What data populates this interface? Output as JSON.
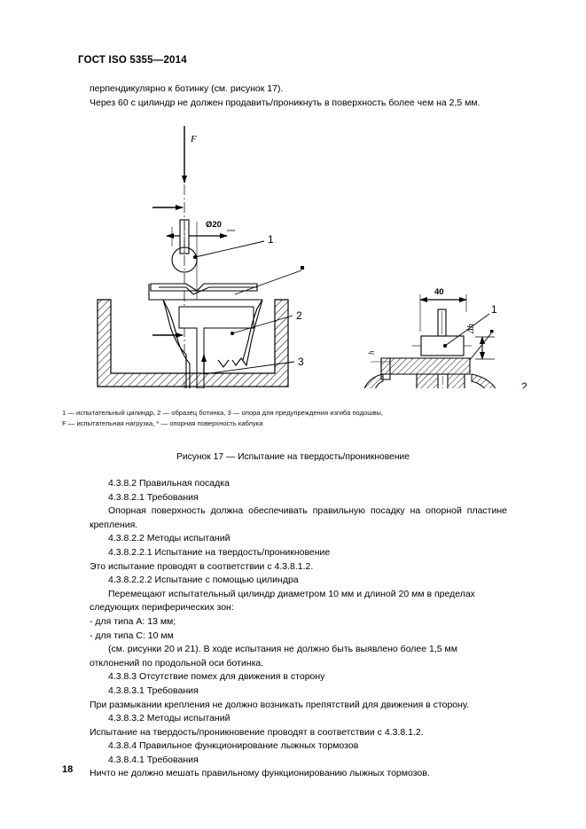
{
  "document": {
    "standard_header": "ГОСТ ISO 5355—2014",
    "page_number": "18"
  },
  "intro": {
    "line1": "перпендикулярно к ботинку (см. рисунок 17).",
    "line2": "Через 60 с цилиндр не должен продавить/проникнуть в поверхность более чем на 2,5 мм."
  },
  "figure": {
    "labels": {
      "force": "F",
      "diameter": "Ø20",
      "width40": "40",
      "delta_h": "Δh",
      "h": "h",
      "callout1": "1",
      "callout2": "2",
      "callout3": "3",
      "callout_star": "*"
    },
    "legend_line1": "1 — испытательный цилиндр, 2 — образец ботинка, 3 — опора для предупреждения изгиба подошвы,",
    "legend_line2": "F — испытательная нагрузка, * — опорная поверхность каблука",
    "caption": "Рисунок 17 — Испытание на твердость/проникновение"
  },
  "body": {
    "p1": "4.3.8.2 Правильная посадка",
    "p2": "4.3.8.2.1 Требования",
    "p3": "Опорная поверхность должна обеспечивать правильную посадку на опорной пластине крепления.",
    "p4": "4.3.8.2.2 Методы испытаний",
    "p5": "4.3.8.2.2.1 Испытание на твердость/проникновение",
    "p6": "Это испытание проводят в соответствии с 4.3.8.1.2.",
    "p7": "4.3.8.2.2.2 Испытание с помощью цилиндра",
    "p8": "Перемещают испытательный цилиндр диаметром 10 мм и длиной 20 мм в пределах следующих периферических зон:",
    "p9": "- для типа A: 13 мм;",
    "p10": "- для типа C: 10 мм",
    "p11": "(см. рисунки 20 и 21). В ходе испытания не должно быть выявлено более 1,5 мм отклонений по продольной оси ботинка.",
    "p12": "4.3.8.3 Отсутствие помех для движения в сторону",
    "p13": "4.3.8.3.1 Требования",
    "p14": "При размыкании крепления не должно возникать препятствий для движения в сторону.",
    "p15": "4.3.8.3.2 Методы испытаний",
    "p16": "Испытание на твердость/проникновение проводят в соответствии с 4.3.8.1.2.",
    "p17": "4.3.8.4 Правильное функционирование лыжных тормозов",
    "p18": "4.3.8.4.1 Требования",
    "p19": "Ничто не должно мешать правильному функционированию лыжных тормозов."
  }
}
